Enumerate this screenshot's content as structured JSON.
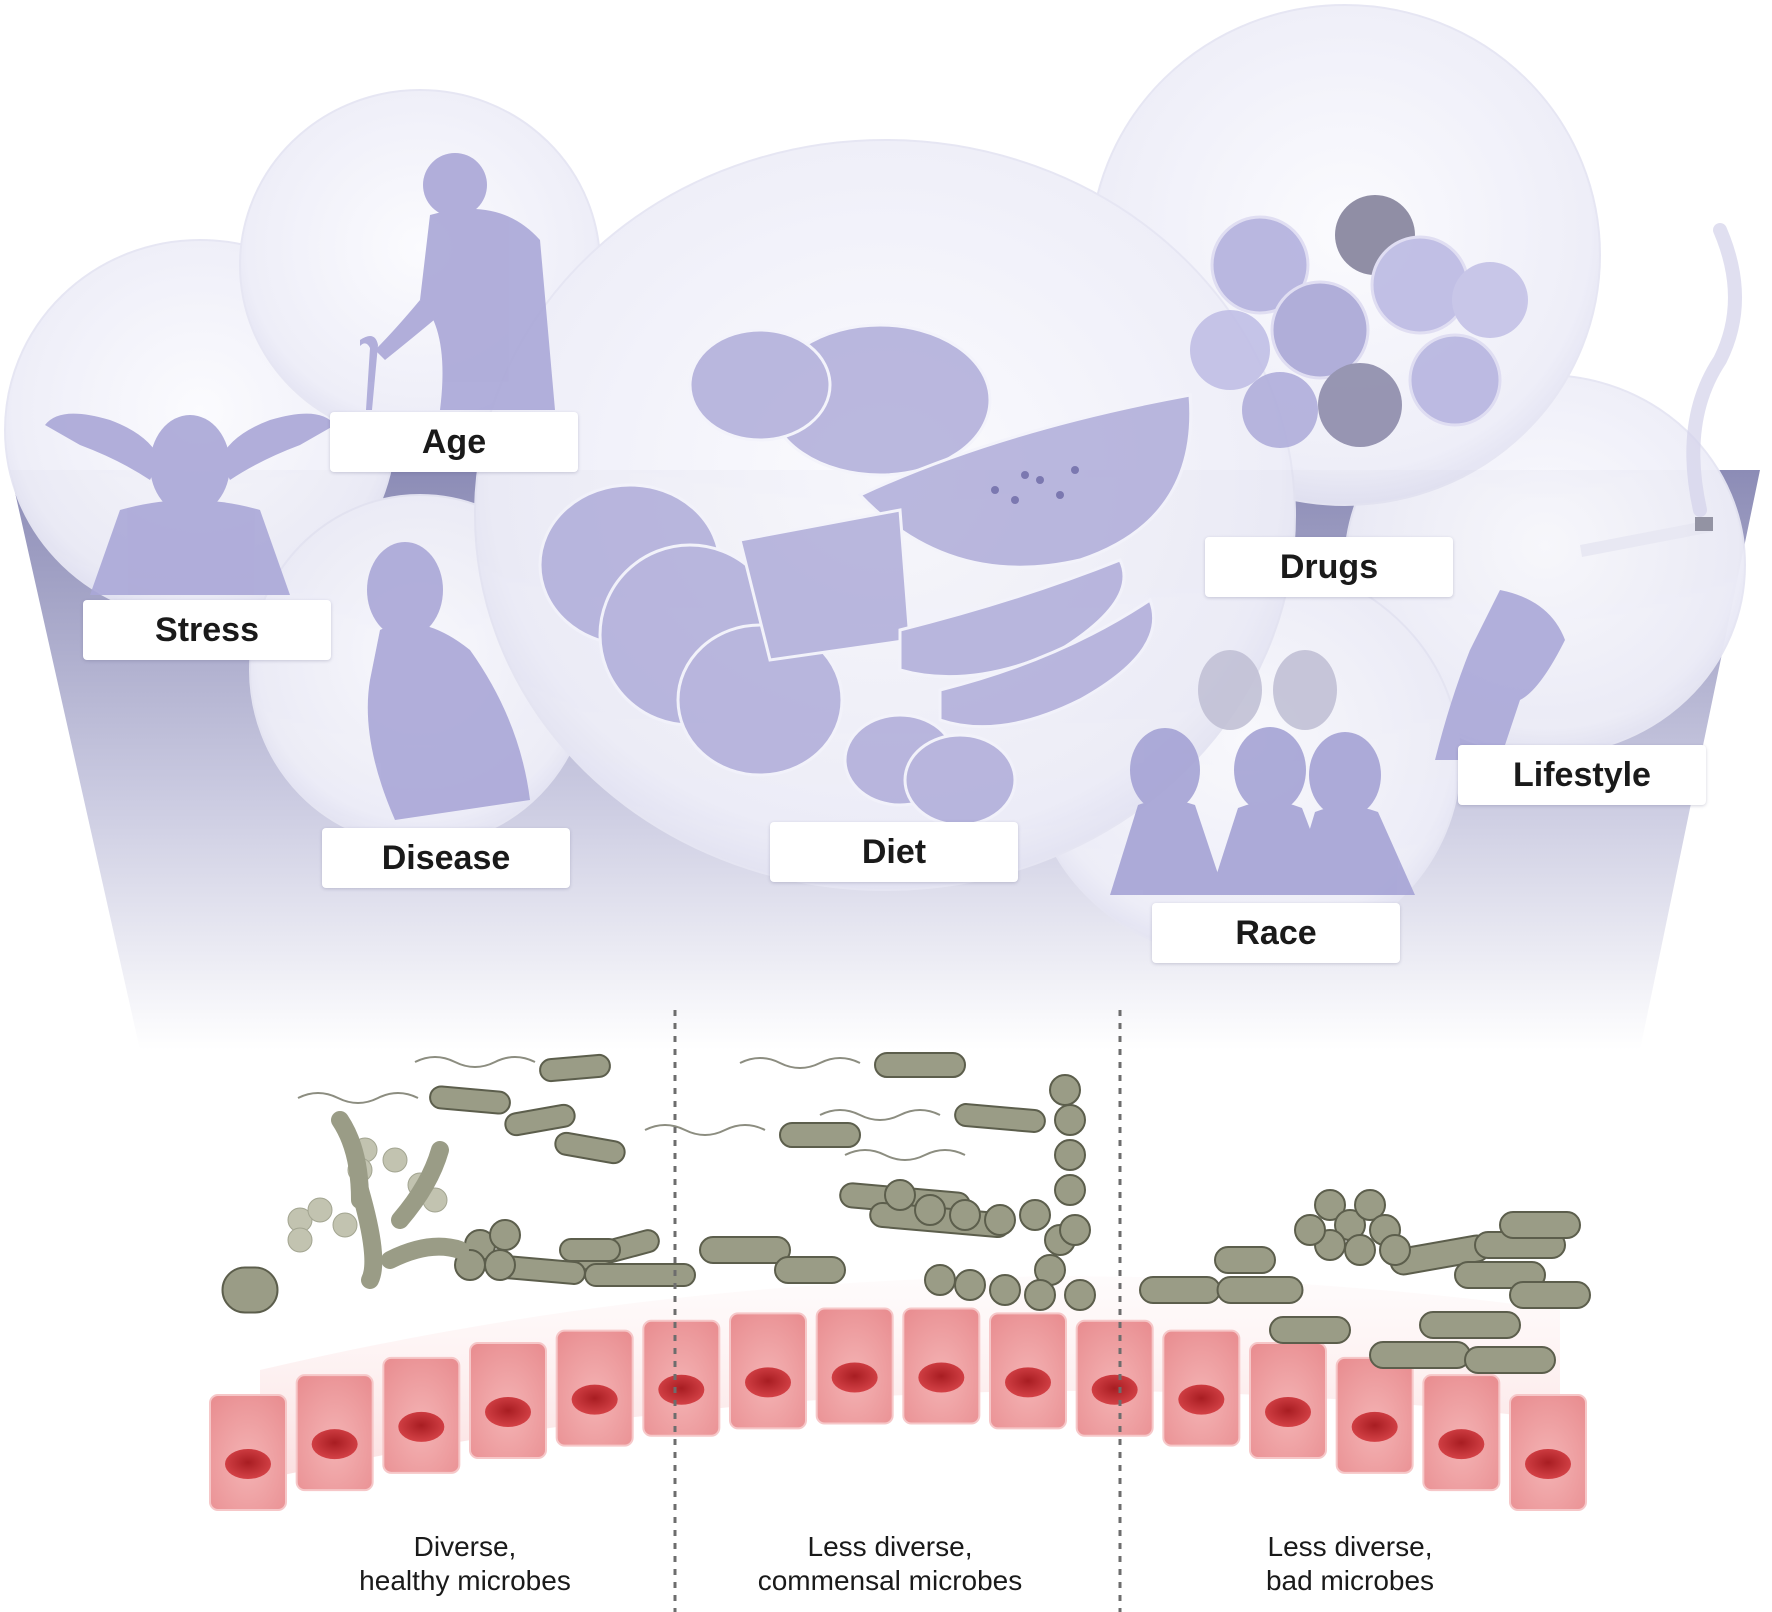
{
  "factors": {
    "stress": "Stress",
    "age": "Age",
    "disease": "Disease",
    "diet": "Diet",
    "drugs": "Drugs",
    "race": "Race",
    "lifestyle": "Lifestyle"
  },
  "panels": [
    {
      "line1": "Diverse,",
      "line2": "healthy microbes"
    },
    {
      "line1": "Less diverse,",
      "line2": "commensal microbes"
    },
    {
      "line1": "Less diverse,",
      "line2": "bad microbes"
    }
  ],
  "colors": {
    "bubble_silhouette": "#a9a6d6",
    "funnel": "#8f8fb8",
    "microbe": "#9a9c86",
    "microbe_outline": "#5c5e4c",
    "epithelium": "#f2a4a6",
    "nucleus": "#c42a2e"
  }
}
